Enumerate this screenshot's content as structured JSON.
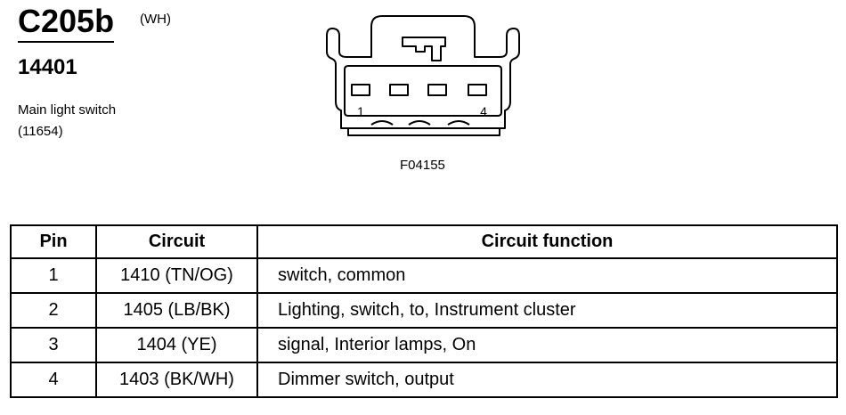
{
  "connector": {
    "id": "C205b",
    "color": "(WH)",
    "part_number": "14401",
    "description_line1": "Main light switch",
    "description_line2": "(11654)"
  },
  "drawing": {
    "pin_label_left": "1",
    "pin_label_right": "4",
    "figure_code": "F04155"
  },
  "table": {
    "headers": {
      "pin": "Pin",
      "circuit": "Circuit",
      "function": "Circuit function"
    },
    "rows": [
      {
        "pin": "1",
        "circuit": "1410 (TN/OG)",
        "function": "switch, common"
      },
      {
        "pin": "2",
        "circuit": "1405 (LB/BK)",
        "function": "Lighting, switch, to, Instrument cluster"
      },
      {
        "pin": "3",
        "circuit": "1404 (YE)",
        "function": "signal, Interior lamps, On"
      },
      {
        "pin": "4",
        "circuit": "1403 (BK/WH)",
        "function": "Dimmer switch, output"
      }
    ]
  }
}
